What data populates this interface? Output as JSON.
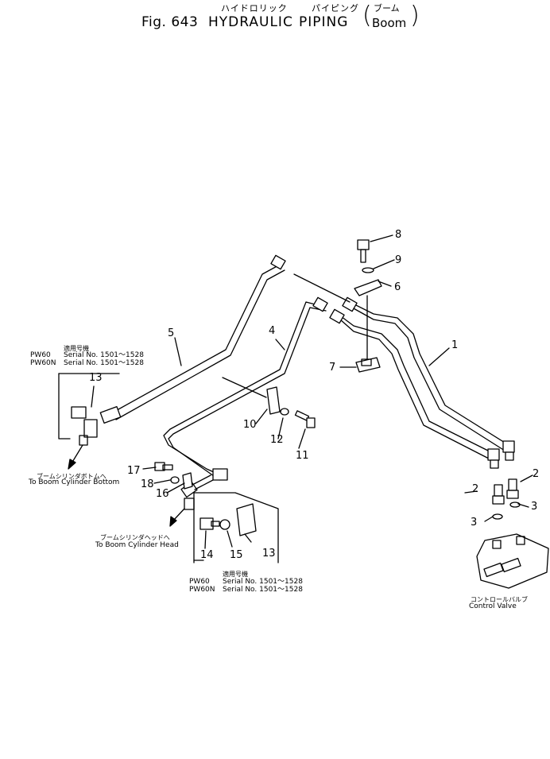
{
  "header": {
    "fig_label": "Fig. 643",
    "title_jp_1": "ハイドロリック",
    "title_jp_2": "パイピング",
    "title_en_1": "HYDRAULIC",
    "title_en_2": "PIPING",
    "sub_jp": "ブーム",
    "sub_en": "Boom"
  },
  "callouts": [
    "1",
    "2",
    "2",
    "3",
    "3",
    "4",
    "5",
    "6",
    "7",
    "8",
    "9",
    "10",
    "11",
    "12",
    "13",
    "13",
    "14",
    "15",
    "16",
    "17",
    "18"
  ],
  "inset_top": {
    "heading": "適用号機",
    "line1_model": "PW60",
    "line1_serial": "Serial No. 1501～1528",
    "line2_model": "PW60N",
    "line2_serial": "Serial No. 1501～1528"
  },
  "inset_bottom": {
    "heading": "適用号機",
    "line1_model": "PW60",
    "line1_serial": "Serial No. 1501～1528",
    "line2_model": "PW60N",
    "line2_serial": "Serial No. 1501～1528"
  },
  "notes": {
    "bottom_jp": "ブームシリンダボトムへ",
    "bottom_en": "To Boom Cylinder Bottom",
    "head_jp": "ブームシリンダヘッドへ",
    "head_en": "To Boom Cylinder Head",
    "valve_jp": "コントロールバルブ",
    "valve_en": "Control Valve"
  }
}
